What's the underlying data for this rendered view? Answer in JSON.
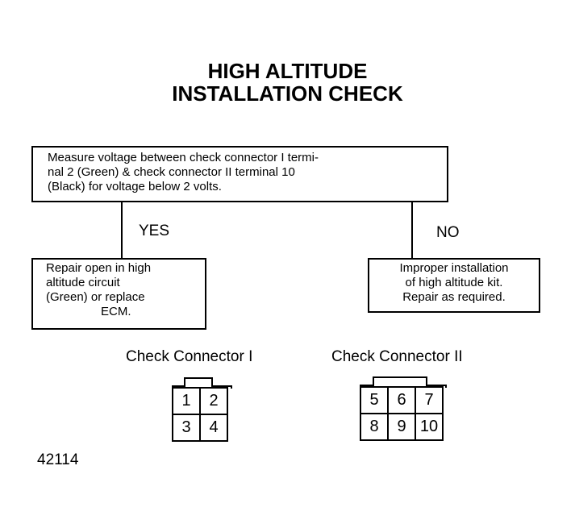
{
  "title": {
    "line1": "HIGH ALTITUDE",
    "line2": "INSTALLATION CHECK"
  },
  "flowchart": {
    "start": {
      "line1": "Measure voltage between check connector I termi-",
      "line2": "nal 2 (Green) & check connector II terminal 10",
      "line3": "(Black) for voltage below 2 volts."
    },
    "yes_label": "YES",
    "no_label": "NO",
    "yes_result": {
      "line1": "Repair open in high",
      "line2": "altitude circuit",
      "line3": "(Green) or replace",
      "line4": "ECM."
    },
    "no_result": {
      "line1": "Improper installation",
      "line2": "of high altitude kit.",
      "line3": "Repair as required."
    }
  },
  "connectors": {
    "c1": {
      "label": "Check Connector I",
      "pins": [
        "1",
        "2",
        "3",
        "4"
      ]
    },
    "c2": {
      "label": "Check Connector II",
      "pins": [
        "5",
        "6",
        "7",
        "8",
        "9",
        "10"
      ]
    }
  },
  "figure_number": "42114"
}
